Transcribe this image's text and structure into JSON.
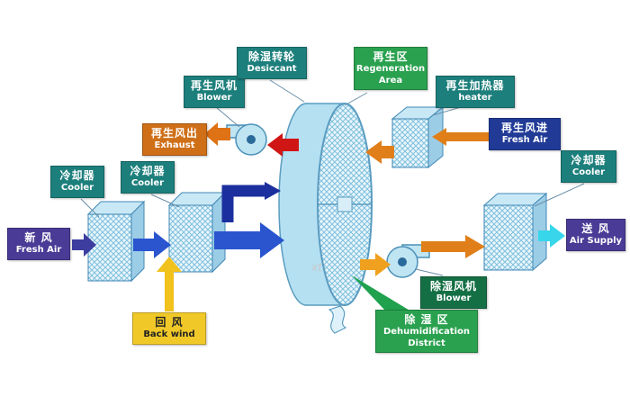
{
  "labels": {
    "fresh_air_in": {
      "zh": "新 风",
      "en": "Fresh Air"
    },
    "cooler1": {
      "zh": "冷却器",
      "en": "Cooler"
    },
    "cooler2": {
      "zh": "冷却器",
      "en": "Cooler"
    },
    "back_wind": {
      "zh": "回 风",
      "en": "Back wind"
    },
    "regen_blower": {
      "zh": "再生风机",
      "en": "Blower"
    },
    "exhaust": {
      "zh": "再生风出",
      "en": "Exhaust"
    },
    "desiccant": {
      "zh": "除湿转轮",
      "en": "Desiccant"
    },
    "regen_area": {
      "zh": "再生区",
      "en": "Regeneration Area"
    },
    "heater": {
      "zh": "再生加热器",
      "en": "heater"
    },
    "regen_fresh_air": {
      "zh": "再生风进",
      "en": "Fresh Air"
    },
    "cooler3": {
      "zh": "冷却器",
      "en": "Cooler"
    },
    "air_supply": {
      "zh": "送 风",
      "en": "Air Supply"
    },
    "dehum_blower": {
      "zh": "除湿风机",
      "en": "Blower"
    },
    "dehum_district": {
      "zh": "除 湿 区",
      "en": "Dehumidification District"
    }
  },
  "watermark": "xt",
  "colors": {
    "teal_label": "#1d7f7c",
    "purple_label": "#4a3b96",
    "navy_label": "#203a96",
    "orange_label": "#cf6f17",
    "yellow_label": "#f0c929",
    "green_label": "#2aa14f",
    "dark_green_label": "#156f45",
    "blue_arrow": "#2a55cf",
    "dark_blue_arrow": "#1b2f9e",
    "purple_arrow": "#3d3da0",
    "yellow_arrow": "#f1c11c",
    "red_arrow": "#d01515",
    "orange_arrow": "#e07f1a",
    "light_orange_arrow": "#efa01e",
    "cyan_arrow": "#38d6ea",
    "green_pointer": "#1fa14d",
    "component_outline": "#5b9cc0",
    "component_fill": "#b5e0f2"
  }
}
